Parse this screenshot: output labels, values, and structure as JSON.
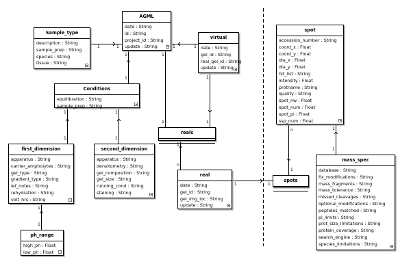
{
  "classes": {
    "sample_type": {
      "name": "Sample_type",
      "attrs": [
        "description : String",
        "sample_prep : String",
        "species : String",
        "tissue : String"
      ]
    },
    "agml": {
      "name": "AGML",
      "attrs": [
        "date : String",
        "id : String",
        "project_id : String",
        "update : String"
      ]
    },
    "virtual": {
      "name": "virtual",
      "attrs": [
        "date : String",
        "gel_id : String",
        "real_gel_id : String",
        "update : String"
      ]
    },
    "conditions": {
      "name": "Conditions",
      "attrs": [
        "equilibration : String",
        "sample_prep : String"
      ]
    },
    "reals": {
      "name": "reals",
      "attrs": []
    },
    "first_dimension": {
      "name": "first_dimension",
      "attrs": [
        "apparatus : String",
        "carrier_ampholytes : String",
        "gel_type : String",
        "gradient_type : String",
        "ief_notes : String",
        "rehydration : String",
        "volt_hrs : String"
      ]
    },
    "second_dimension": {
      "name": "second_dimension",
      "attrs": [
        "apparatus : String",
        "densitometry : String",
        "gel_composition : String",
        "gel_size : String",
        "running_cond : String",
        "staining : String"
      ]
    },
    "real": {
      "name": "real",
      "attrs": [
        "date : String",
        "gel_id : String",
        "gel_img_loc : String",
        "update : String"
      ]
    },
    "ph_range": {
      "name": "ph_range",
      "attrs": [
        "high_ph : Float",
        "low_ph : Float"
      ]
    },
    "spot": {
      "name": "spot",
      "attrs": [
        "accession_number : String",
        "coord_x : Float",
        "coord_y : Float",
        "dia_x : Float",
        "dia_y : Float",
        "hit_list : String",
        "intensity : Float",
        "protname : String",
        "quality : String",
        "spot_nw : Float",
        "spot_num : Float",
        "spot_pi : Float",
        "ssp_num : Float"
      ]
    },
    "spots": {
      "name": "spots",
      "attrs": []
    },
    "mass_spec": {
      "name": "mass_spec",
      "attrs": [
        "database : String",
        "fix_modifications : String",
        "mass_fragments : String",
        "mass_tolerance : String",
        "missed_cleavages : String",
        "optional_modifications : String",
        "peptides_matched : String",
        "pi_limits : String",
        "prot_size_limitations : String",
        "protein_coverage : String",
        "search_engine : String",
        "species_limitations : String"
      ]
    }
  },
  "multiplicities": {
    "st_agml_a": "1",
    "st_agml_b": "1",
    "agml_virt_a": "1",
    "agml_virt_b": "1",
    "agml_cond_a": "1",
    "agml_cond_b": "1",
    "agml_reals_a": "1",
    "agml_reals_b": "1",
    "virt_reals_a": "1",
    "virt_reals_b": "1",
    "cond_first_a": "1",
    "cond_first_b": "1",
    "cond_second_a": "1",
    "cond_second_b": "1",
    "reals_real_a": "1",
    "reals_real_b": "n",
    "first_ph_a": "1",
    "first_ph_b": "1",
    "real_spots_a": "1",
    "real_spots_b": "1",
    "spot_spots_a": "n",
    "spot_spots_b": "1",
    "spot_ms_a": "1",
    "spot_ms_b": "1"
  }
}
